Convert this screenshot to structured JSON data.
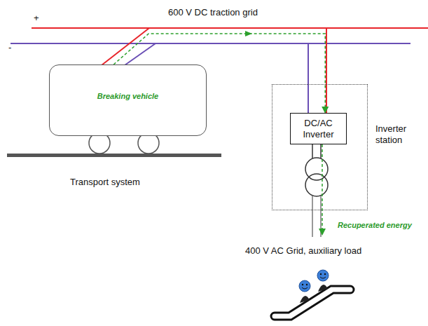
{
  "diagram": {
    "nodes": [
      {
        "text": [
          "Breaking vehicle"
        ]
      },
      {
        "text": [
          "Inverter station"
        ]
      },
      {
        "text": [
          "DC/AC Inverter"
        ],
        "in": 1
      }
    ],
    "edges": [
      {
        "from": 0,
        "to": 2,
        "arrow": "to"
      }
    ],
    "labels": [
      "600 V DC traction grid",
      "+",
      "-",
      "Transport system",
      "Recuperated energy",
      "400 V AC Grid, auxiliary load"
    ]
  }
}
